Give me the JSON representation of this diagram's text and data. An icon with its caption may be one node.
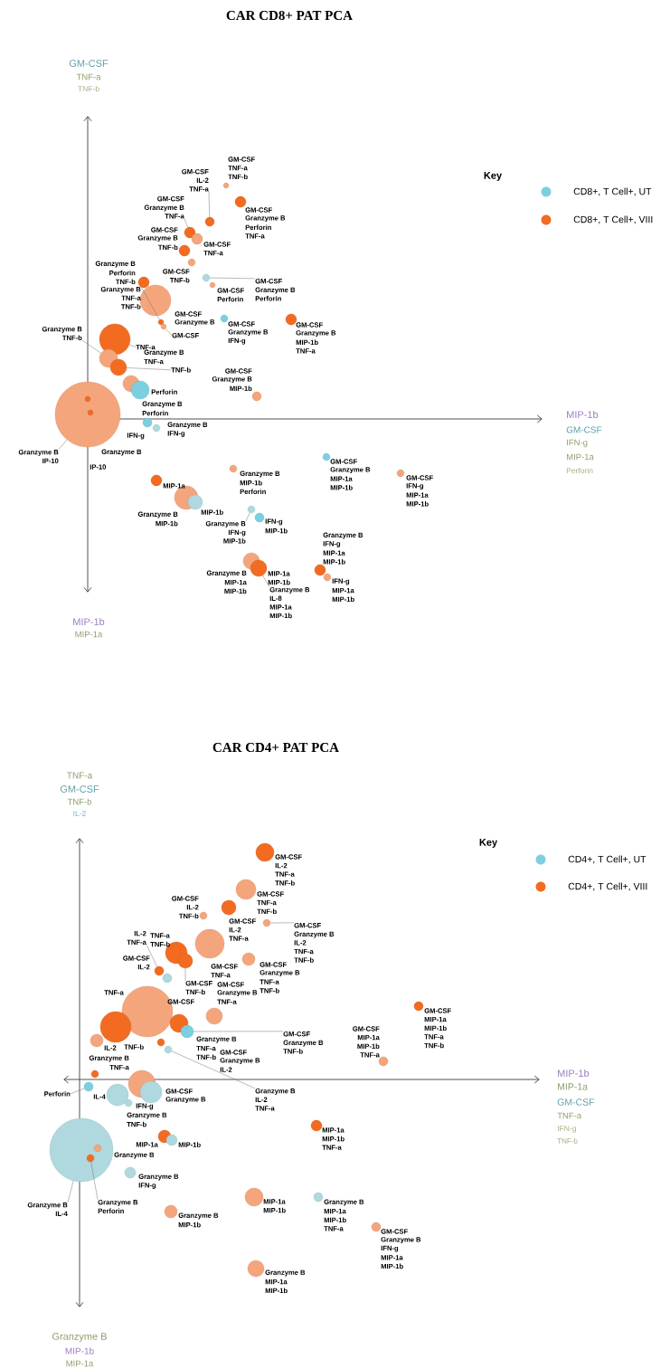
{
  "diagram": {
    "title": "CAR CD8+ PAT PCA",
    "nodes": [
      {
        "text": [],
        "shape": "circle",
        "beside": [
          "GM-CSF",
          "TNF-a",
          "TNF-b"
        ]
      },
      {
        "text": [],
        "shape": "circle"
      },
      {
        "text": [],
        "shape": "circle",
        "beside": [
          "GM-CSF",
          "Granzyme B",
          "Perforin",
          "TNF-a"
        ]
      },
      {
        "text": [],
        "shape": "circle"
      },
      {
        "text": [],
        "shape": "circle",
        "beside": [
          "GM-CSF",
          "TNF-a"
        ]
      },
      {
        "text": [],
        "shape": "circle",
        "beside": [
          "GM-CSF",
          "Granzyme B",
          "TNF-b"
        ]
      },
      {
        "text": [],
        "shape": "circle",
        "beside": [
          "GM-CSF",
          "TNF-b"
        ]
      },
      {
        "text": [],
        "shape": "circle",
        "beside": [
          "Granzyme B",
          "Perforin",
          "TNF-b"
        ]
      },
      {
        "text": [],
        "shape": "circle"
      },
      {
        "text": [],
        "shape": "circle",
        "beside": [
          "GM-CSF",
          "Perforin"
        ]
      },
      {
        "text": [],
        "shape": "circle",
        "beside": [
          "GM-CSF",
          "Granzyme B"
        ]
      },
      {
        "text": [],
        "shape": "circle"
      },
      {
        "text": [],
        "shape": "circle"
      },
      {
        "text": [],
        "shape": "circle",
        "beside": [
          "GM-CSF",
          "Granzyme B",
          "IFN-g"
        ]
      },
      {
        "text": [],
        "shape": "circle",
        "beside": [
          "GM-CSF",
          "Granzyme B",
          "MIP-1b",
          "TNF-a"
        ]
      },
      {
        "text": [],
        "shape": "circle"
      },
      {
        "text": [],
        "shape": "circle"
      },
      {
        "text": [],
        "shape": "circle",
        "beside": [
          "Granzyme B",
          "TNF-a"
        ]
      },
      {
        "text": [],
        "shape": "circle",
        "beside": [
          "Granzyme B",
          "Perforin"
        ]
      },
      {
        "text": [],
        "shape": "circle",
        "beside": [
          "Perforin"
        ]
      },
      {
        "text": [],
        "shape": "circle"
      },
      {
        "text": [],
        "shape": "circle",
        "in": 20
      },
      {
        "text": [],
        "shape": "circle",
        "in": 20
      },
      {
        "text": [],
        "shape": "circle",
        "beside": [
          "IFN-g"
        ]
      },
      {
        "text": [],
        "shape": "circle",
        "beside": [
          "Granzyme B",
          "IFN-g"
        ]
      },
      {
        "text": [],
        "shape": "circle",
        "beside": [
          "GM-CSF",
          "Granzyme B",
          "MIP-1b"
        ]
      },
      {
        "text": [],
        "shape": "circle",
        "beside": [
          "MIP-1a"
        ]
      },
      {
        "text": [],
        "shape": "circle",
        "beside": [
          "Granzyme B",
          "MIP-1b"
        ]
      },
      {
        "text": [],
        "shape": "circle",
        "beside": [
          "MIP-1b"
        ]
      },
      {
        "text": [],
        "shape": "circle",
        "beside": [
          "Granzyme B",
          "MIP-1b",
          "Perforin"
        ]
      },
      {
        "text": [],
        "shape": "circle",
        "beside": [
          "GM-CSF",
          "Granzyme B",
          "MIP-1a",
          "MIP-1b"
        ]
      },
      {
        "text": [],
        "shape": "circle",
        "beside": [
          "GM-CSF",
          "IFN-g",
          "MIP-1a",
          "MIP-1b"
        ]
      },
      {
        "text": [],
        "shape": "circle"
      },
      {
        "text": [],
        "shape": "circle",
        "beside": [
          "IFN-g",
          "MIP-1b"
        ]
      },
      {
        "text": [],
        "shape": "circle",
        "beside": [
          "Granzyme B",
          "MIP-1a",
          "MIP-1b"
        ]
      },
      {
        "text": [],
        "shape": "circle",
        "beside": [
          "MIP-1a",
          "MIP-1b"
        ]
      },
      {
        "text": [],
        "shape": "circle",
        "beside": [
          "Granzyme B",
          "IFN-g",
          "MIP-1a",
          "MIP-1b"
        ]
      },
      {
        "text": [],
        "shape": "circle",
        "beside": [
          "IFN-g",
          "MIP-1a",
          "MIP-1b"
        ]
      },
      {
        "text": [],
        "shape": "circle",
        "beside": [
          "GM-CSF",
          "IL-2",
          "TNF-a",
          "TNF-b"
        ]
      },
      {
        "text": [],
        "shape": "circle",
        "beside": [
          "GM-CSF",
          "TNF-a",
          "TNF-b"
        ]
      },
      {
        "text": [],
        "shape": "circle",
        "beside": [
          "GM-CSF",
          "IL-2",
          "TNF-a"
        ]
      },
      {
        "text": [],
        "shape": "circle",
        "beside": [
          "GM-CSF",
          "IL-2",
          "TNF-b"
        ]
      },
      {
        "text": [],
        "shape": "circle"
      },
      {
        "text": [],
        "shape": "circle",
        "beside": [
          "GM-CSF",
          "TNF-a"
        ]
      },
      {
        "text": [],
        "shape": "circle",
        "beside": [
          "TNF-a",
          "TNF-b"
        ]
      },
      {
        "text": [],
        "shape": "circle"
      },
      {
        "text": [],
        "shape": "circle",
        "beside": [
          "GM-CSF",
          "IL-2"
        ]
      },
      {
        "text": [],
        "shape": "circle"
      },
      {
        "text": [],
        "shape": "circle",
        "beside": [
          "GM-CSF",
          "Granzyme B",
          "TNF-a",
          "TNF-b"
        ]
      },
      {
        "text": [],
        "shape": "circle",
        "beside": [
          "GM-CSF",
          "Granzyme B",
          "TNF-a"
        ]
      },
      {
        "text": [],
        "shape": "circle",
        "beside": [
          "TNF-a",
          "GM-CSF"
        ]
      },
      {
        "text": [],
        "shape": "circle",
        "beside": [
          "TNF-b"
        ]
      },
      {
        "text": [],
        "shape": "circle",
        "beside": [
          "IL-2"
        ]
      },
      {
        "text": [],
        "shape": "circle"
      },
      {
        "text": [],
        "shape": "circle",
        "beside": [
          "Granzyme B",
          "TNF-a",
          "TNF-b"
        ]
      },
      {
        "text": [],
        "shape": "circle"
      },
      {
        "text": [],
        "shape": "circle",
        "beside": [
          "GM-CSF",
          "Granzyme B",
          "IL-2"
        ]
      },
      {
        "text": [],
        "shape": "circle",
        "beside": [
          "Granzyme B",
          "TNF-a"
        ]
      },
      {
        "text": [],
        "shape": "circle"
      },
      {
        "text": [],
        "shape": "circle"
      },
      {
        "text": [],
        "shape": "circle",
        "beside": [
          "GM-CSF",
          "Granzyme B"
        ]
      },
      {
        "text": [],
        "shape": "circle",
        "beside": [
          "IL-4",
          "Granzyme B",
          "TNF-b"
        ]
      },
      {
        "text": [],
        "shape": "circle",
        "beside": [
          "IFN-g"
        ]
      },
      {
        "text": [],
        "shape": "circle",
        "beside": [
          "Granzyme B"
        ]
      },
      {
        "text": [],
        "shape": "circle",
        "in": 63
      },
      {
        "text": [],
        "shape": "circle",
        "in": 63
      },
      {
        "text": [],
        "shape": "circle",
        "beside": [
          "MIP-1a"
        ]
      },
      {
        "text": [],
        "shape": "circle",
        "beside": [
          "MIP-1b"
        ]
      },
      {
        "text": [],
        "shape": "circle",
        "beside": [
          "Granzyme B",
          "IFN-g"
        ]
      },
      {
        "text": [],
        "shape": "circle",
        "beside": [
          "Granzyme B",
          "MIP-1b"
        ]
      },
      {
        "text": [],
        "shape": "circle",
        "beside": [
          "MIP-1a",
          "MIP-1b"
        ]
      },
      {
        "text": [],
        "shape": "circle",
        "beside": [
          "MIP-1a",
          "MIP-1b",
          "TNF-a"
        ]
      },
      {
        "text": [],
        "shape": "circle",
        "beside": [
          "Granzyme B",
          "MIP-1a",
          "MIP-1b",
          "TNF-a"
        ]
      },
      {
        "text": [],
        "shape": "circle",
        "beside": [
          "GM-CSF",
          "Granzyme B",
          "IFN-g",
          "MIP-1a",
          "MIP-1b"
        ]
      },
      {
        "text": [],
        "shape": "circle",
        "beside": [
          "Granzyme B",
          "MIP-1a",
          "MIP-1b"
        ]
      },
      {
        "text": [],
        "shape": "circle",
        "beside": [
          "GM-CSF",
          "MIP-1a",
          "MIP-1b",
          "TNF-a",
          "TNF-b"
        ]
      },
      {
        "text": [],
        "shape": "circle",
        "beside": [
          "GM-CSF",
          "MIP-1a",
          "MIP-1b",
          "TNF-a"
        ]
      },
      {
        "text": [
          "GM-CSF",
          "IL-2",
          "TNF-a"
        ]
      },
      {
        "text": [
          "GM-CSF",
          "Granzyme B",
          "TNF-a"
        ]
      },
      {
        "text": [
          "GM-CSF",
          "Granzyme B",
          "Perforin"
        ]
      },
      {
        "text": [
          "Granzyme B",
          "TNF-a",
          "TNF-b"
        ]
      },
      {
        "text": [
          "GM-CSF"
        ]
      },
      {
        "text": [
          "TNF-a"
        ]
      },
      {
        "text": [
          "Granzyme B",
          "TNF-b"
        ]
      },
      {
        "text": [
          "TNF-b"
        ]
      },
      {
        "text": [
          "Granzyme B",
          "IP-10"
        ]
      },
      {
        "text": [
          "Granzyme B",
          "IFN-g",
          "MIP-1b"
        ]
      },
      {
        "text": [
          "Granzyme B",
          "IL-8",
          "MIP-1a",
          "MIP-1b"
        ]
      },
      {
        "text": [
          "GM-CSF",
          "Granzyme B",
          "IL-2",
          "TNF-a",
          "TNF-b"
        ]
      },
      {
        "text": [
          "GM-CSF",
          "TNF-b"
        ]
      },
      {
        "text": [
          "IL-2",
          "TNF-a"
        ]
      },
      {
        "text": [
          "GM-CSF",
          "Granzyme B",
          "TNF-b"
        ]
      },
      {
        "text": [
          "Granzyme B",
          "IL-2",
          "TNF-a"
        ]
      },
      {
        "text": [
          "Perforin"
        ]
      },
      {
        "text": [
          "Granzyme B",
          "IL-4"
        ]
      },
      {
        "text": [
          "Granzyme B",
          "Perforin"
        ]
      }
    ],
    "edges": [
      {
        "from": 77,
        "to": 1,
        "arrow": "none"
      },
      {
        "from": 78,
        "to": 3,
        "arrow": "none"
      },
      {
        "from": 79,
        "to": 8,
        "arrow": "none"
      },
      {
        "from": 80,
        "to": 11,
        "arrow": "none"
      },
      {
        "from": 81,
        "to": 12,
        "arrow": "none"
      },
      {
        "from": 82,
        "to": 15,
        "arrow": "none"
      },
      {
        "from": 83,
        "to": 16,
        "arrow": "none"
      },
      {
        "from": 84,
        "to": 17,
        "arrow": "none"
      },
      {
        "from": 85,
        "to": 20,
        "arrow": "none"
      },
      {
        "from": 86,
        "to": 32,
        "arrow": "none"
      },
      {
        "from": 87,
        "to": 35,
        "arrow": "none"
      },
      {
        "from": 88,
        "to": 42,
        "arrow": "none"
      },
      {
        "from": 89,
        "to": 45,
        "arrow": "none"
      },
      {
        "from": 90,
        "to": 46,
        "arrow": "none"
      },
      {
        "from": 91,
        "to": 54,
        "arrow": "none"
      },
      {
        "from": 92,
        "to": 56,
        "arrow": "none"
      },
      {
        "from": 93,
        "to": 58,
        "arrow": "none"
      },
      {
        "from": 94,
        "to": 63,
        "arrow": "none"
      },
      {
        "from": 95,
        "to": 65,
        "arrow": "none"
      }
    ],
    "labels": [
      "GM-CSF",
      "TNF-a",
      "TNF-b",
      "Key",
      "MIP-1b",
      "GM-CSF",
      "IFN-g",
      "MIP-1a",
      "Perforin",
      "MIP-1b",
      "MIP-1a",
      "CAR CD4+ PAT PCA",
      "TNF-a",
      "GM-CSF",
      "TNF-b",
      "IL-2",
      "Key",
      "MIP-1b",
      "MIP-1a",
      "GM-CSF",
      "TNF-a",
      "IFN-g",
      "TNF-b",
      "Granzyme B",
      "MIP-1b",
      "MIP-1a",
      "Granzyme B",
      "IP-10"
    ],
    "legend": [
      {
        "text": "CD8+, T Cell+, UT",
        "color": "#7ccfe0"
      },
      {
        "text": "CD8+, T Cell+, VIII",
        "color": "#f26b21"
      },
      {
        "text": "CD4+, T Cell+, UT",
        "color": "#7ccfe0"
      },
      {
        "text": "CD4+, T Cell+, VIII",
        "color": "#f26b21"
      }
    ]
  }
}
